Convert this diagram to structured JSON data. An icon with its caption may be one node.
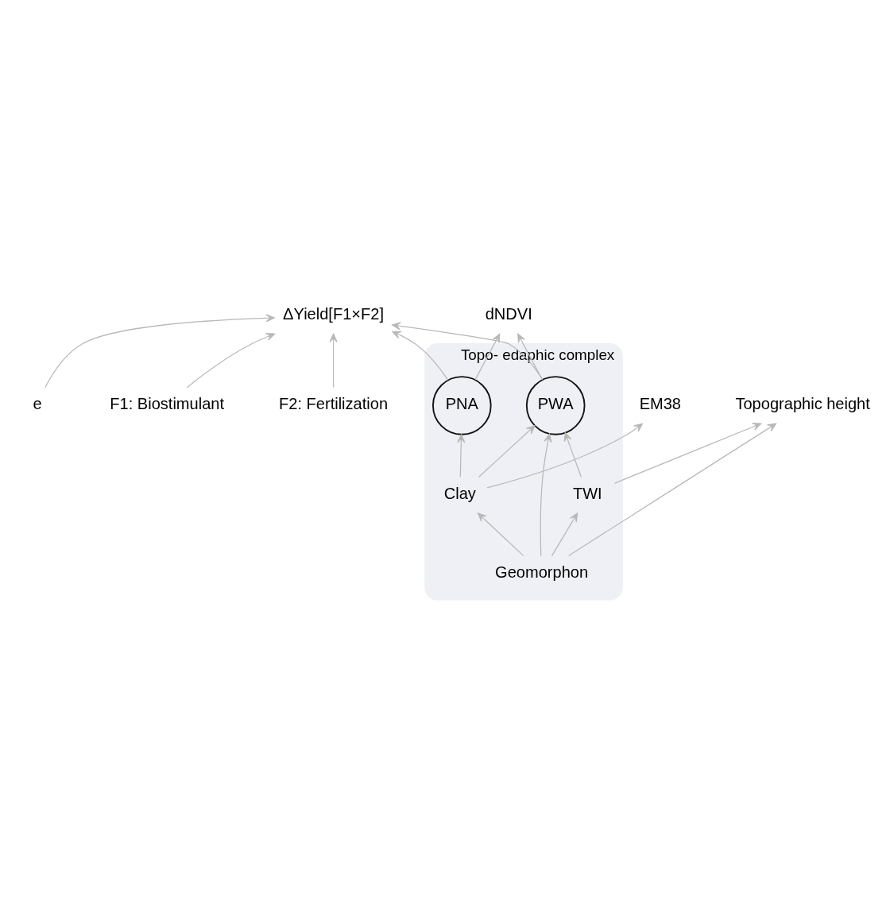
{
  "diagram": {
    "nodes": [
      {
        "text": [
          "Topo- edaphic complex"
        ]
      },
      {
        "text": [
          "F1: Biostimulant"
        ]
      },
      {
        "text": [
          "F2: Fertilization"
        ]
      },
      {
        "text": [
          "ΔYield[F1×F2]"
        ]
      },
      {
        "text": [
          "e"
        ]
      },
      {
        "text": [
          "EM38"
        ]
      },
      {
        "text": [
          "PNA"
        ],
        "in": 0
      },
      {
        "text": [
          "Clay"
        ],
        "in": 0
      },
      {
        "text": [
          "PWA"
        ],
        "in": 0
      },
      {
        "text": [
          "dNDVI"
        ]
      },
      {
        "text": [
          "Geomorphon"
        ],
        "in": 0
      },
      {
        "text": [
          "TWI"
        ],
        "in": 0
      },
      {
        "text": [
          "Topographic height"
        ]
      }
    ],
    "edges": [
      {
        "from": 1,
        "to": 3,
        "arrow": "to"
      },
      {
        "from": 2,
        "to": 3,
        "arrow": "to"
      },
      {
        "from": 4,
        "to": 3,
        "arrow": "to"
      },
      {
        "from": 6,
        "to": 3,
        "arrow": "to"
      },
      {
        "from": 8,
        "to": 3,
        "arrow": "to"
      },
      {
        "from": 7,
        "to": 5,
        "arrow": "to"
      },
      {
        "from": 7,
        "to": 6,
        "arrow": "to"
      },
      {
        "from": 7,
        "to": 8,
        "arrow": "to"
      },
      {
        "from": 6,
        "to": 9,
        "arrow": "to"
      },
      {
        "from": 8,
        "to": 9,
        "arrow": "to"
      },
      {
        "from": 10,
        "to": 7,
        "arrow": "to"
      },
      {
        "from": 10,
        "to": 8,
        "arrow": "to"
      },
      {
        "from": 10,
        "to": 11,
        "arrow": "to"
      },
      {
        "from": 11,
        "to": 8,
        "arrow": "to"
      },
      {
        "from": 10,
        "to": 12,
        "arrow": "to"
      },
      {
        "from": 11,
        "to": 12,
        "arrow": "to"
      }
    ]
  }
}
